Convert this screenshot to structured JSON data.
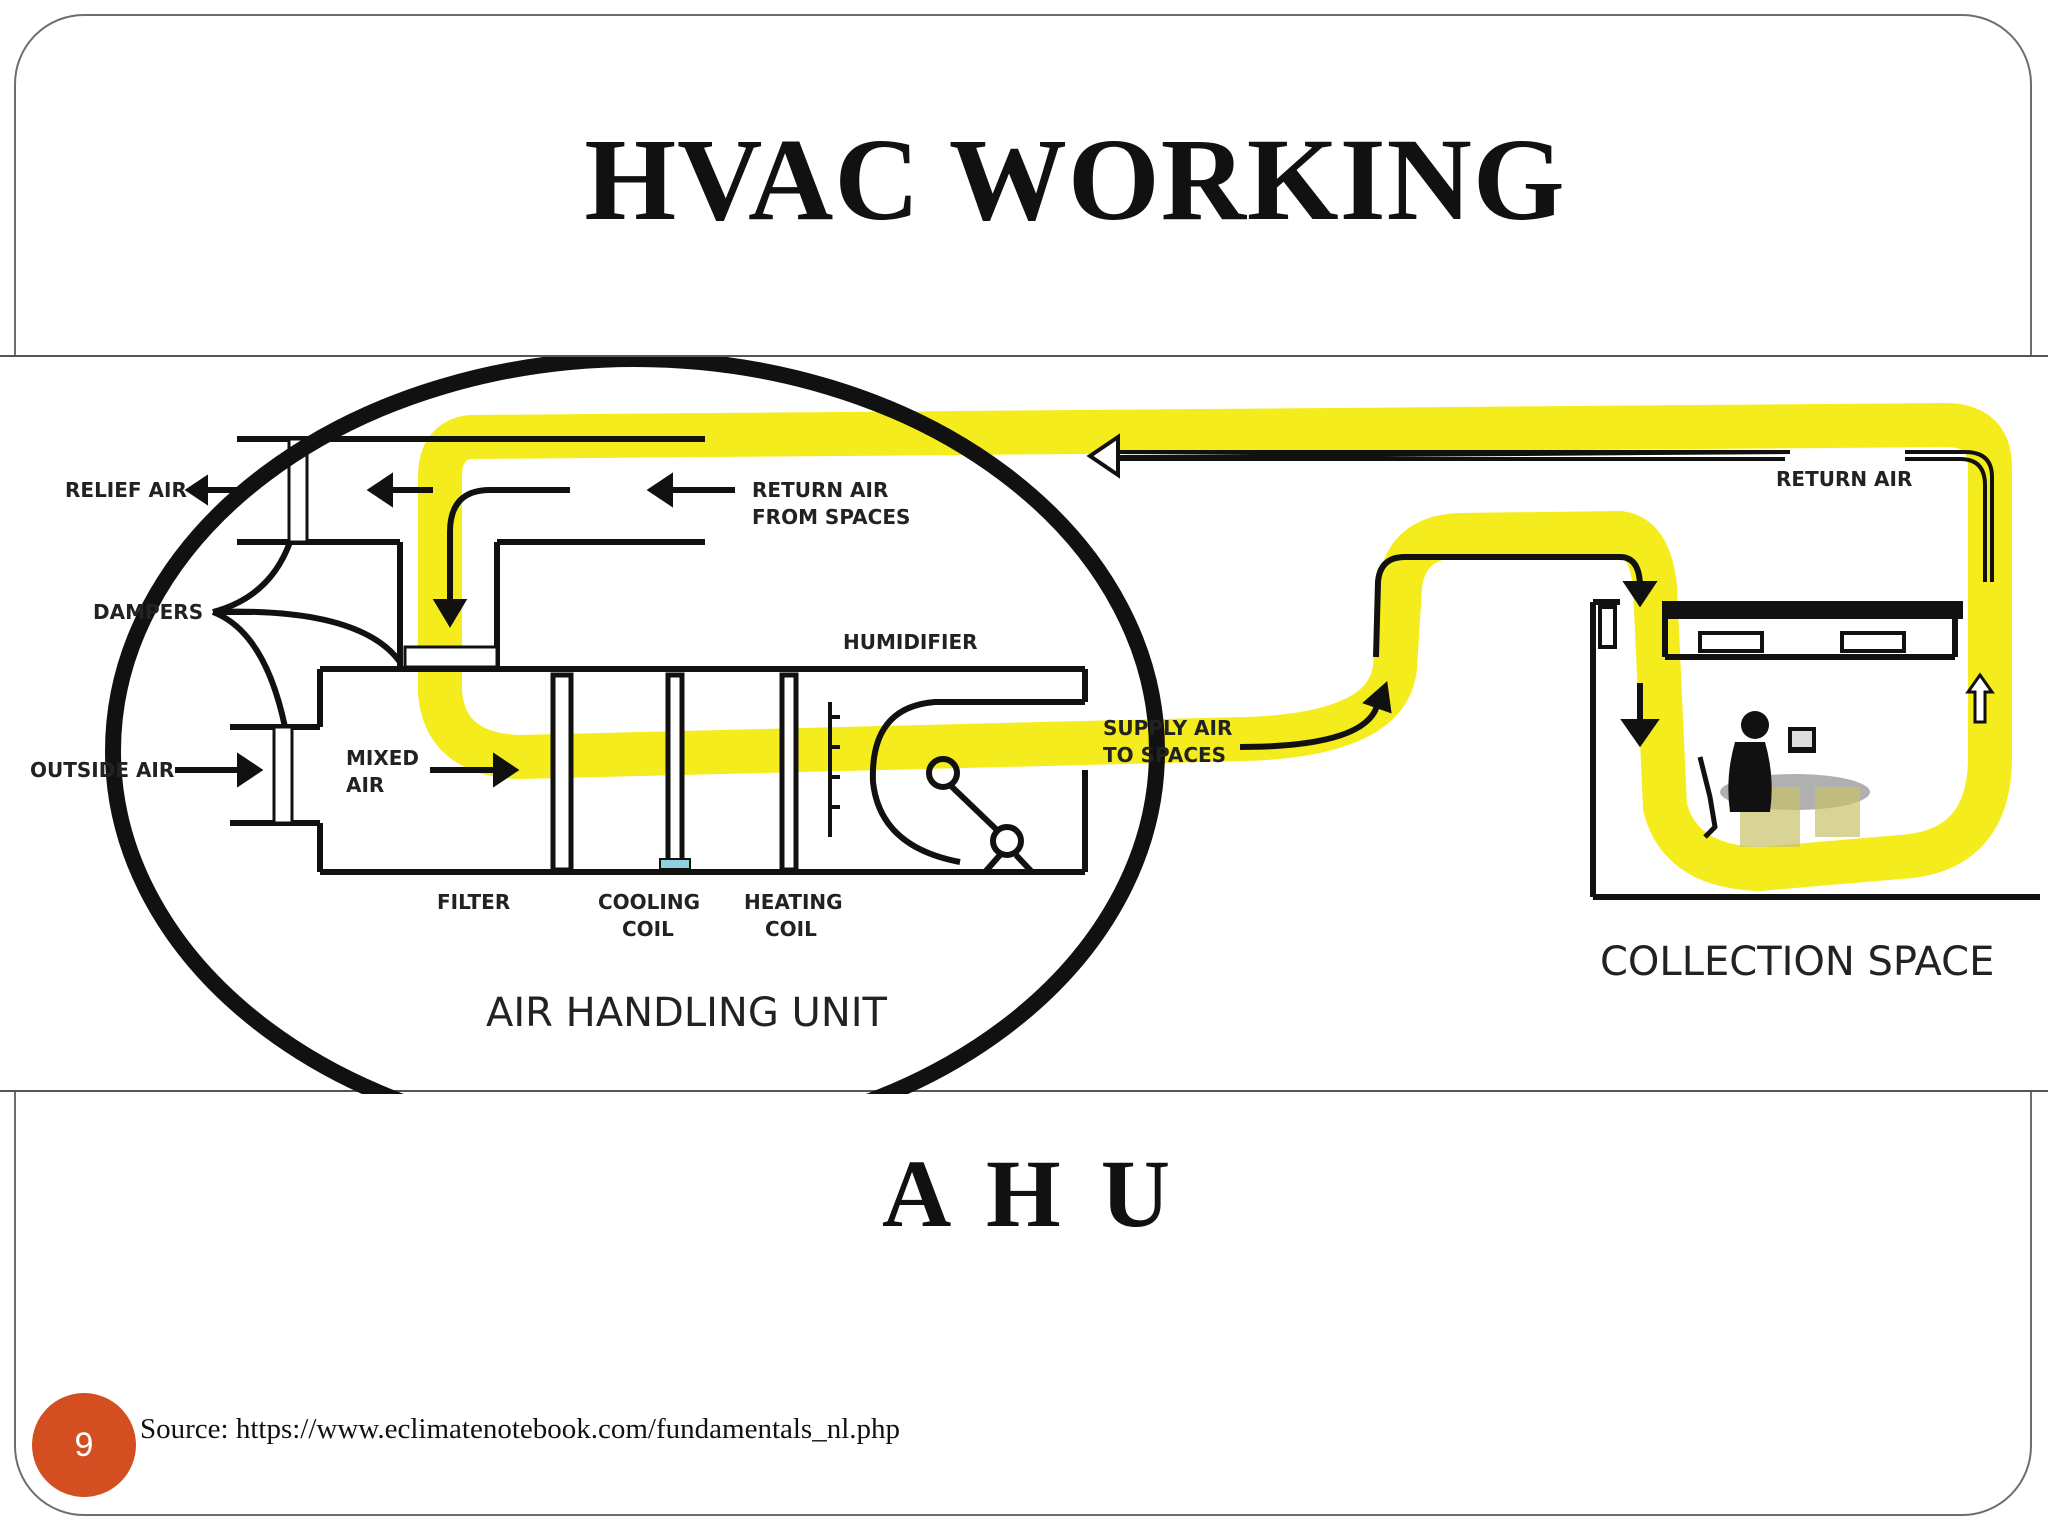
{
  "slide": {
    "title": "HVAC WORKING",
    "subtitle": "A H U",
    "page_number": "9",
    "source": "Source: https://www.eclimatenotebook.com/fundamentals_nl.php"
  },
  "diagram": {
    "labels": {
      "relief_air": "RELIEF AIR",
      "dampers": "DAMPERS",
      "outside_air": "OUTSIDE AIR",
      "mixed_air_1": "MIXED",
      "mixed_air_2": "AIR",
      "return_from_1": "RETURN AIR",
      "return_from_2": "FROM SPACES",
      "humidifier": "HUMIDIFIER",
      "supply_1": "SUPPLY AIR",
      "supply_2": "TO SPACES",
      "return_air": "RETURN AIR",
      "filter": "FILTER",
      "cooling_1": "COOLING",
      "cooling_2": "COIL",
      "heating_1": "HEATING",
      "heating_2": "COIL",
      "air_handling_unit": "AIR HANDLING UNIT",
      "collection_space": "COLLECTION SPACE"
    },
    "colors": {
      "airflow_highlight": "#f4ec1c",
      "highlight_circle": "#111111",
      "slide_number_badge": "#d34f22"
    }
  }
}
